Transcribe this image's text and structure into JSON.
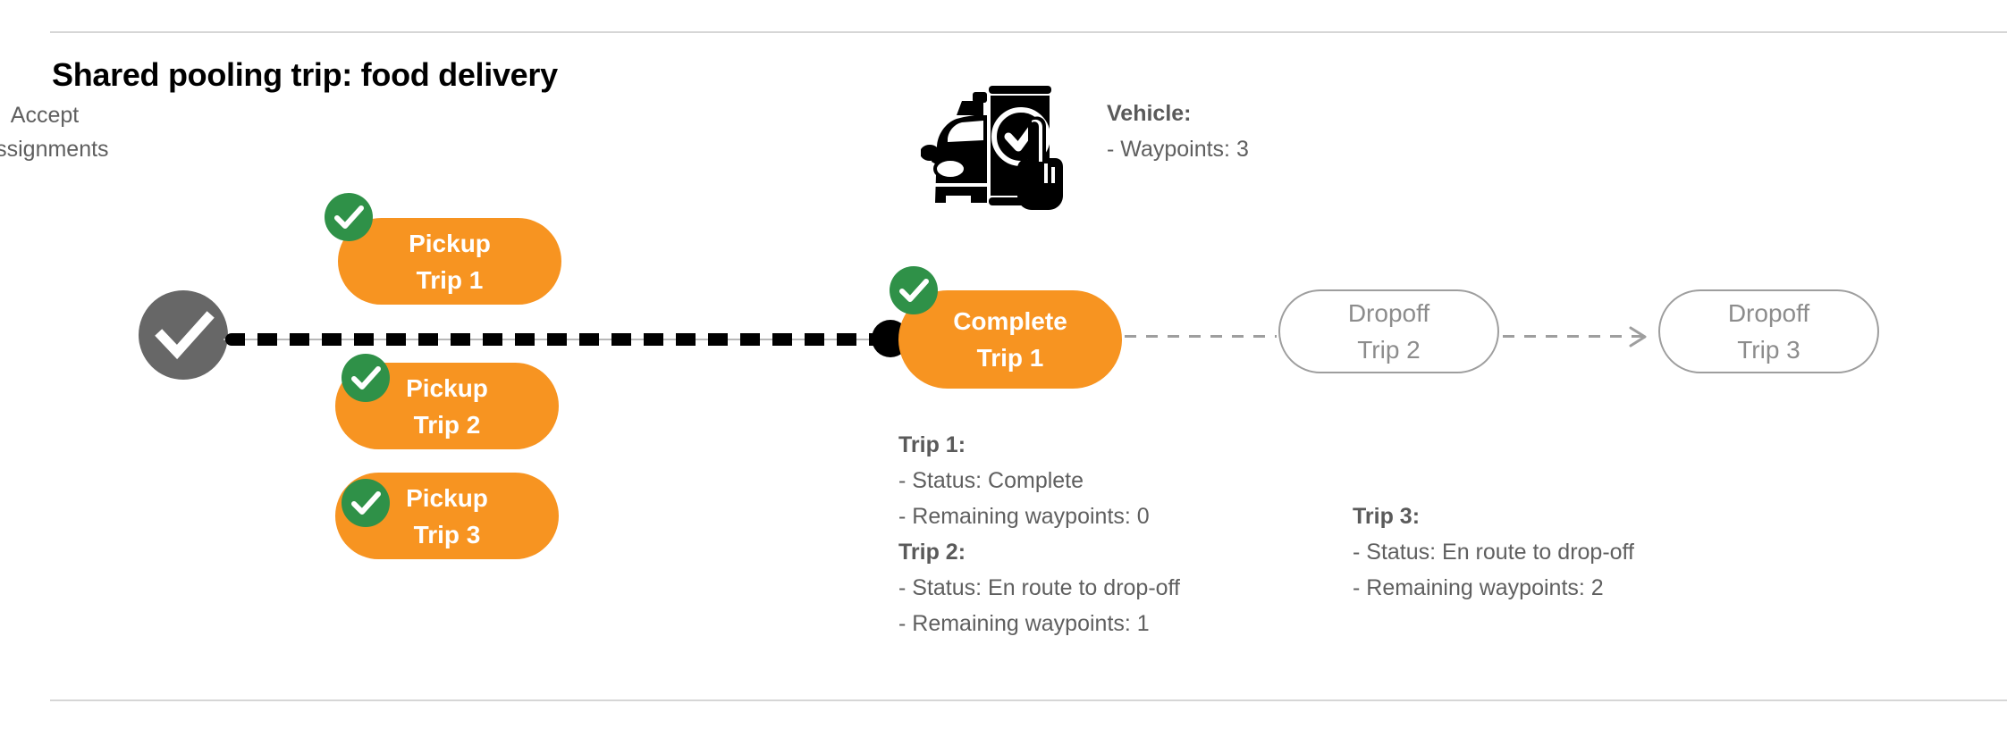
{
  "page": {
    "title": "Shared pooling trip: food delivery",
    "background": "#ffffff",
    "rule_color": "#d6d6d6"
  },
  "colors": {
    "orange": "#F79421",
    "green": "#2f9148",
    "gray_node": "#676767",
    "ghost_border": "#9e9e9e",
    "text_gray": "#5f5f5f",
    "black": "#000000"
  },
  "flow": {
    "start_node": {
      "icon": "check-circle-icon",
      "label_line1": "Accept",
      "label_line2": "Assignments"
    },
    "pickup_nodes": [
      {
        "line1": "Pickup",
        "line2": "Trip 1",
        "completed": true
      },
      {
        "line1": "Pickup",
        "line2": "Trip 2",
        "completed": true
      },
      {
        "line1": "Pickup",
        "line2": "Trip 3",
        "completed": true
      }
    ],
    "complete_node": {
      "line1": "Complete",
      "line2": "Trip 1",
      "completed": true
    },
    "dropoff_nodes": [
      {
        "line1": "Dropoff",
        "line2": "Trip 2",
        "completed": false
      },
      {
        "line1": "Dropoff",
        "line2": "Trip 3",
        "completed": false
      }
    ]
  },
  "vehicle": {
    "icon": "car-phone-check-icon",
    "heading": "Vehicle",
    "heading_colon": ":",
    "waypoints_line": "- Waypoints: 3",
    "waypoints": 3
  },
  "trips": [
    {
      "heading": "Trip 1",
      "heading_colon": ":",
      "status_line": "- Status:  Complete",
      "status": "Complete",
      "waypoints_line": "- Remaining waypoints: 0",
      "remaining_waypoints": 0
    },
    {
      "heading": "Trip 2",
      "heading_colon": ":",
      "status_line": "- Status:  En route to drop-off",
      "status": "En route to drop-off",
      "waypoints_line": "- Remaining waypoints: 1",
      "remaining_waypoints": 1
    },
    {
      "heading": "Trip 3",
      "heading_colon": ":",
      "status_line": "- Status:  En route to drop-off",
      "status": "En route to drop-off",
      "waypoints_line": "- Remaining waypoints: 2",
      "remaining_waypoints": 2
    }
  ]
}
